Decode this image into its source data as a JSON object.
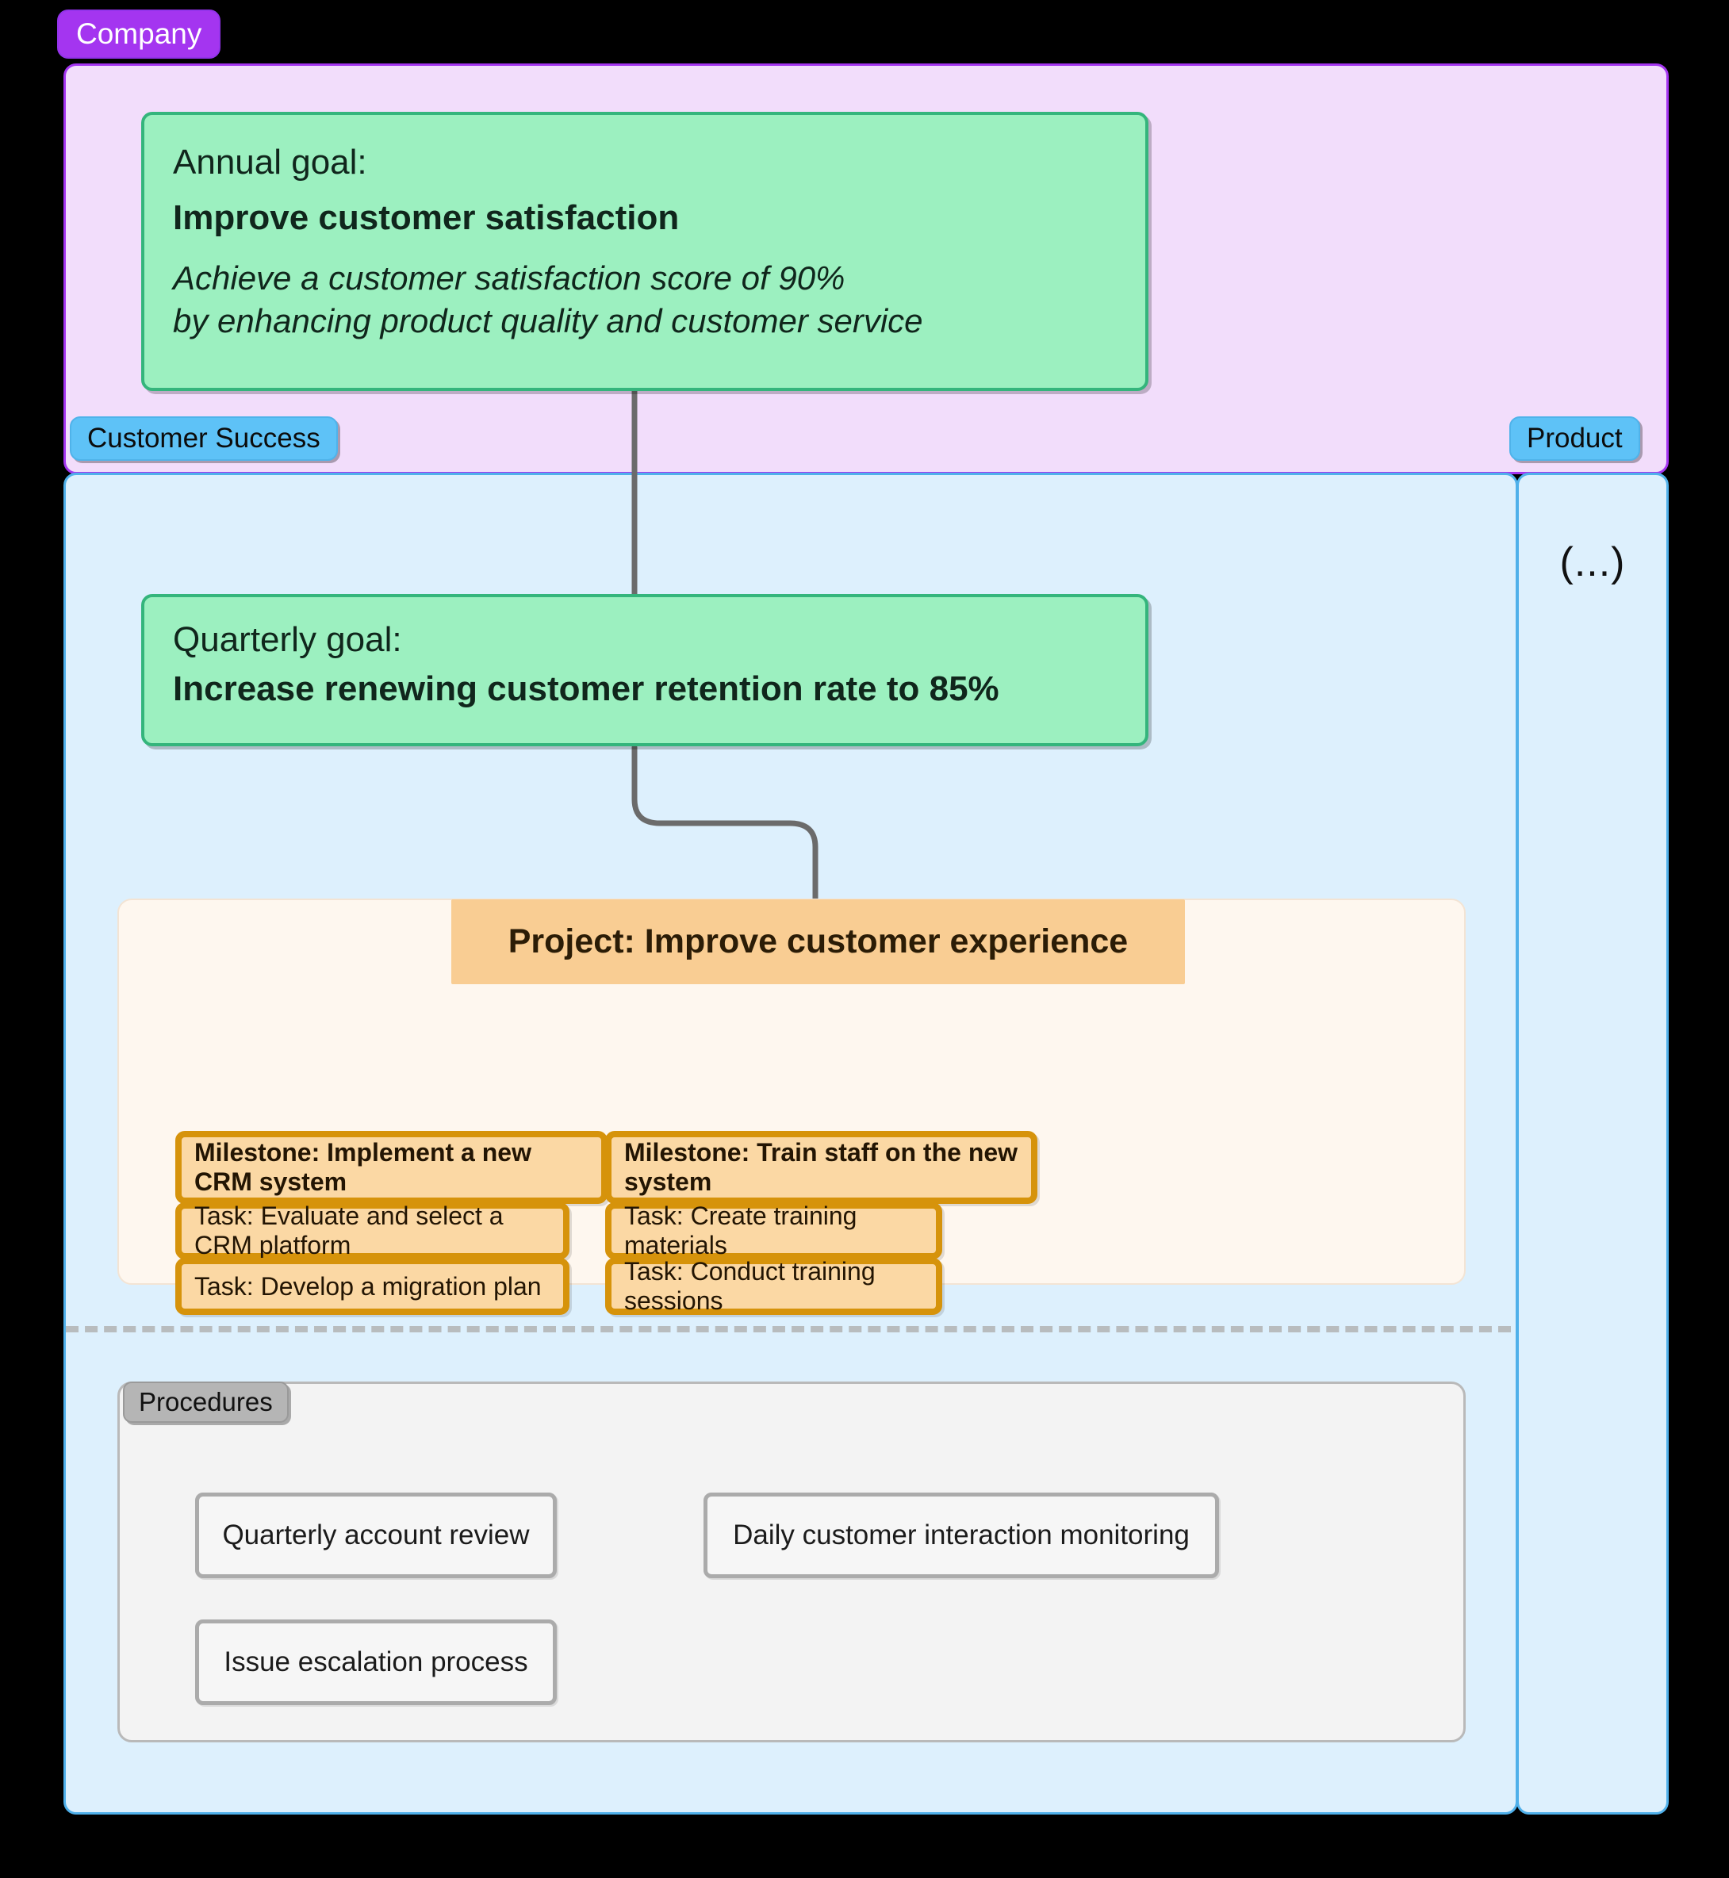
{
  "company": {
    "badge_label": "Company"
  },
  "annual_goal": {
    "kicker": "Annual goal:",
    "title": "Improve customer satisfaction",
    "description_lines": [
      "Achieve a customer satisfaction score of 90%",
      "by enhancing product quality and customer service"
    ]
  },
  "teams": [
    {
      "badge_label": "Customer Success",
      "quarterly_goal": {
        "kicker": "Quarterly goal:",
        "title": "Increase renewing customer retention rate to 85%"
      },
      "project": {
        "header": "Project: Improve customer experience",
        "milestones": [
          {
            "label": "Milestone: Implement a new CRM system",
            "tasks": [
              "Task: Evaluate and select a CRM platform",
              "Task: Develop a migration plan"
            ]
          },
          {
            "label": "Milestone: Train staff on the new system",
            "tasks": [
              "Task: Create training materials",
              "Task: Conduct training sessions"
            ]
          }
        ]
      },
      "procedures": {
        "badge_label": "Procedures",
        "items": [
          "Quarterly account review",
          "Daily customer interaction monitoring",
          "Issue escalation process"
        ]
      }
    },
    {
      "badge_label": "Product",
      "collapsed_placeholder": "(...)"
    }
  ],
  "colors": {
    "company_accent": "#a435f0",
    "company_fill": "#f2ddfb",
    "team_accent": "#4fb0ea",
    "team_fill": "#ddf0fd",
    "goal_accent": "#34b57c",
    "goal_fill": "#9cf0c0",
    "project_fill": "#fef7ef",
    "project_header_fill": "#f9cd93",
    "milestone_accent": "#d6930b",
    "milestone_fill": "#fbd8a4",
    "procedure_border": "#ababab",
    "procedure_fill": "#f6f6f6",
    "connector": "#6b6b6b",
    "canvas": "#000000"
  }
}
